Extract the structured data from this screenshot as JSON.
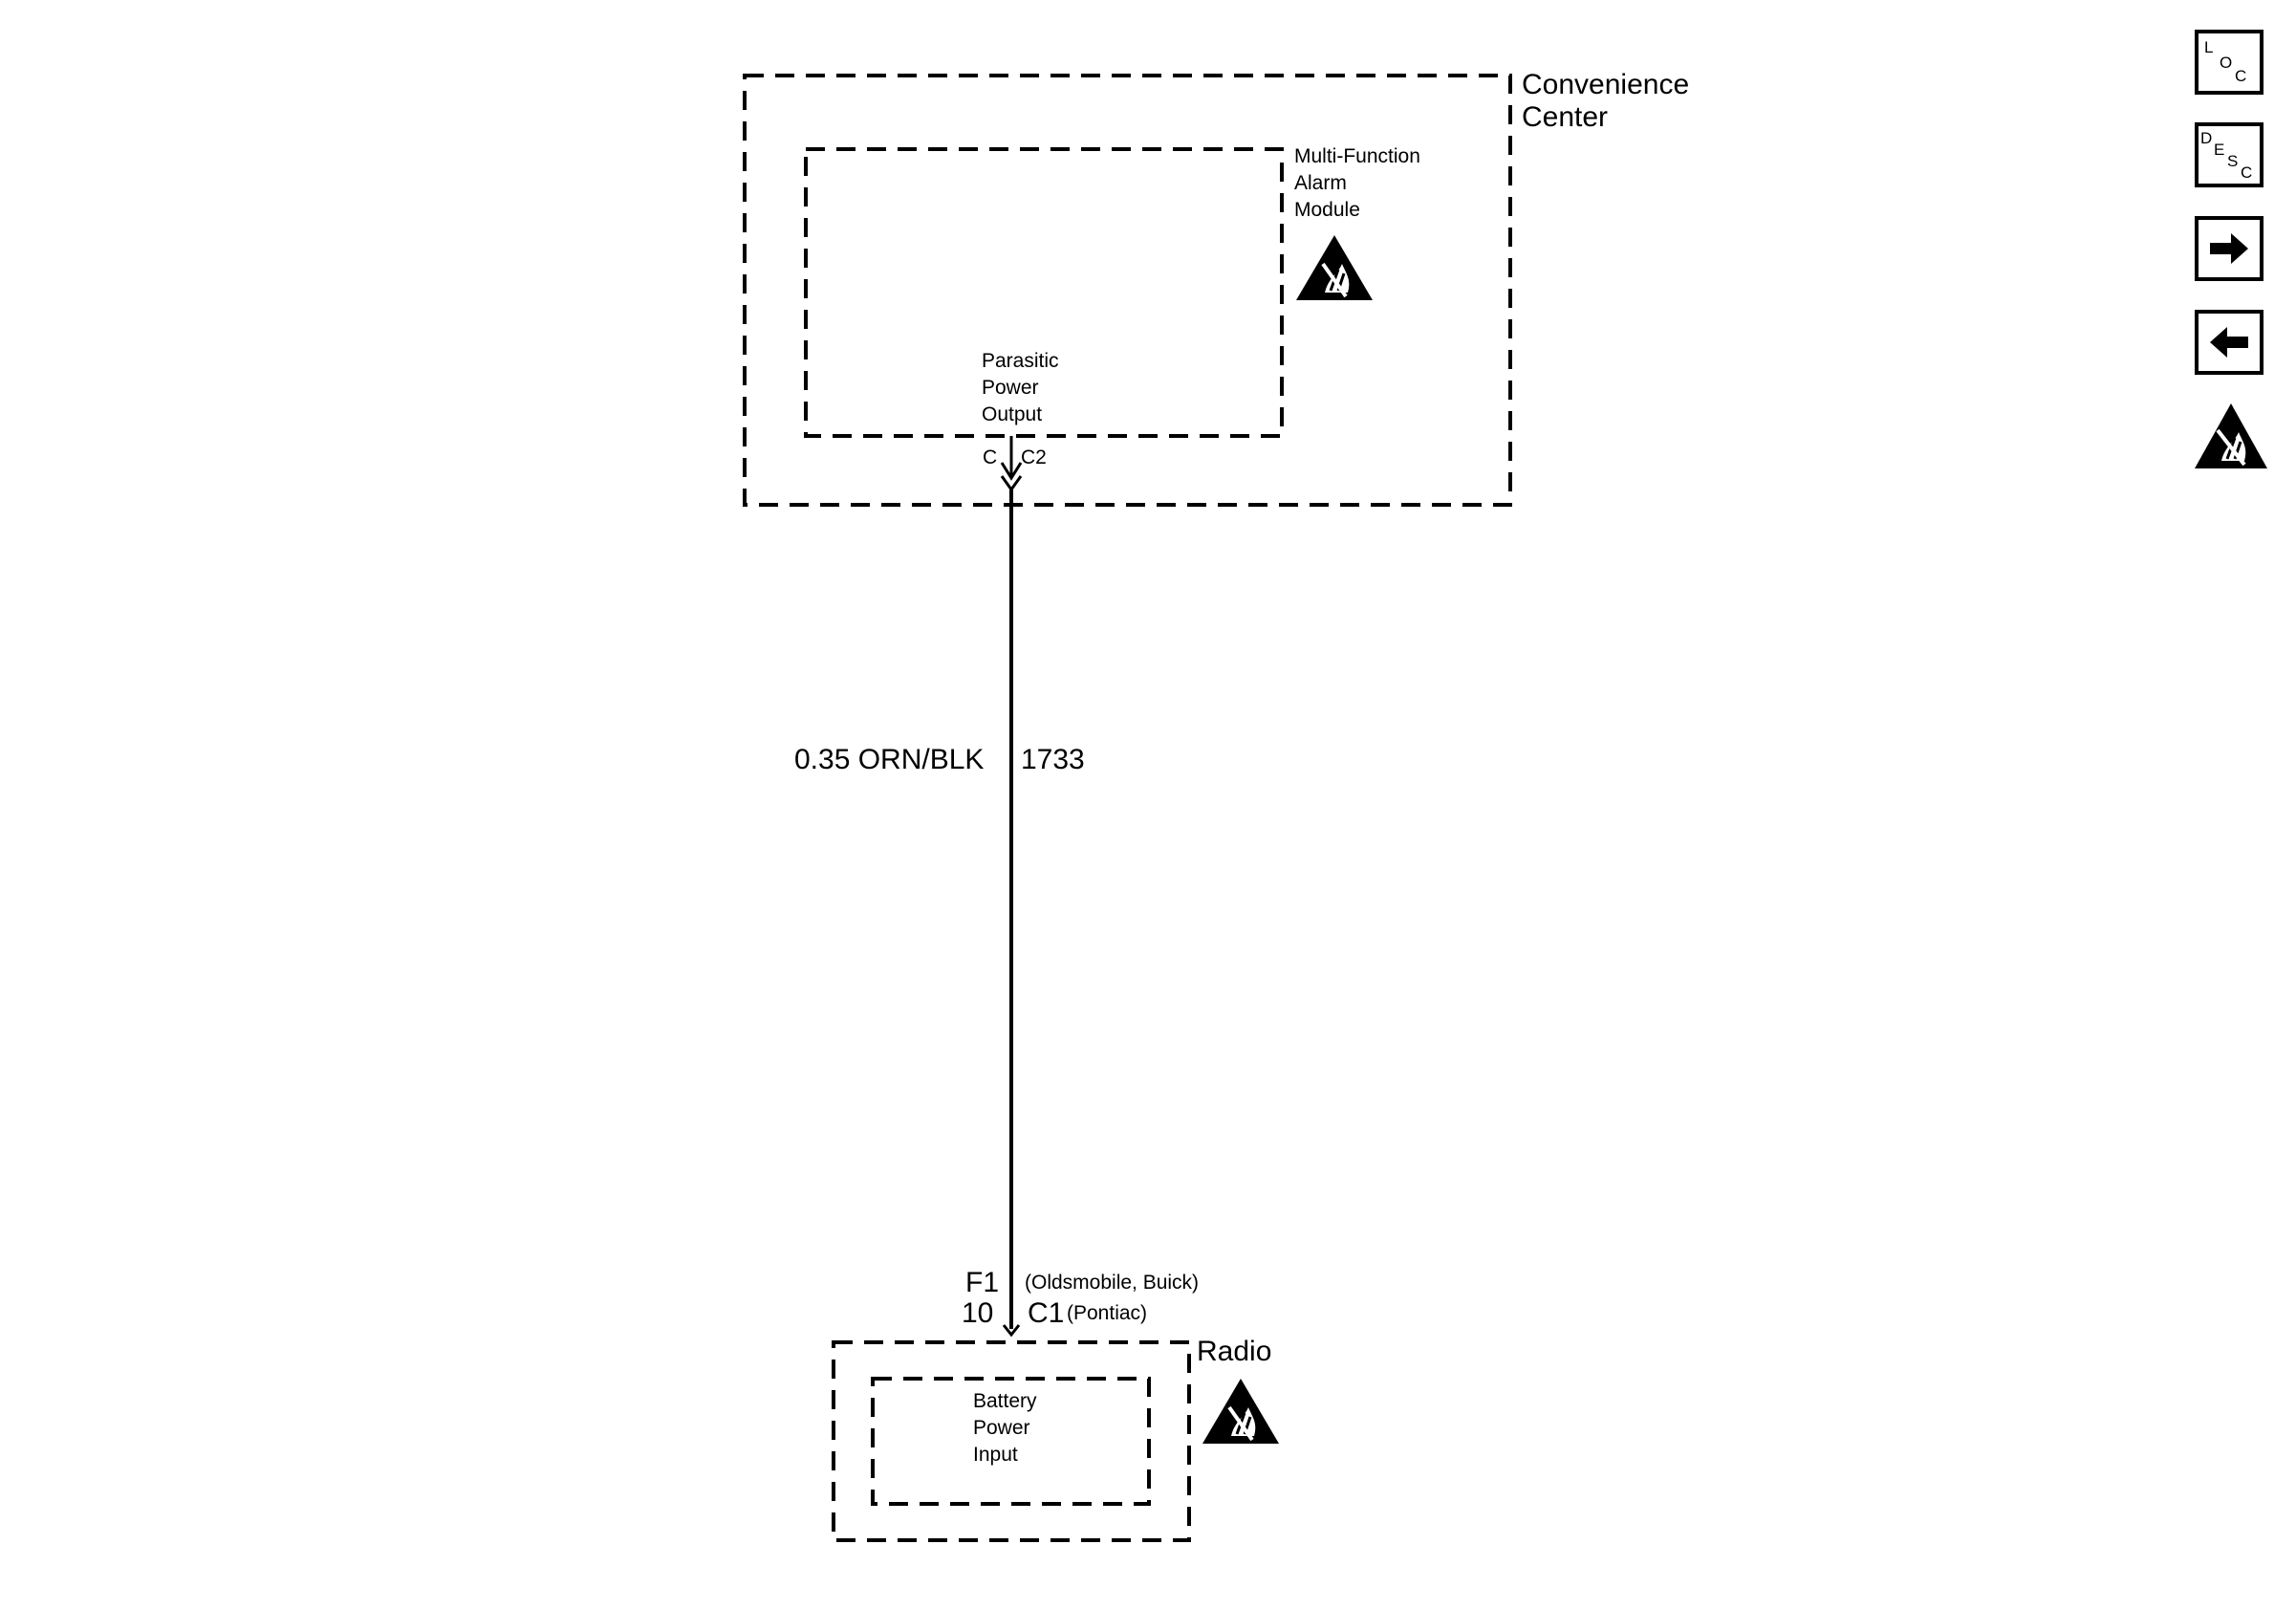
{
  "convenience_center": {
    "label": "Convenience\nCenter"
  },
  "alarm_module": {
    "label": "Multi-Function\nAlarm\nModule",
    "output_label": "Parasitic\nPower\nOutput",
    "pin": "C",
    "connector": "C2"
  },
  "wire": {
    "gauge_color": "0.35 ORN/BLK",
    "circuit": "1733"
  },
  "radio": {
    "label": "Radio",
    "pin_1": "F1",
    "pin_2": "10",
    "connector": "C1",
    "note_1": "(Oldsmobile, Buick)",
    "note_2": "(Pontiac)",
    "input_label": "Battery\nPower\nInput"
  },
  "nav": {
    "loc": {
      "l": "L",
      "o": "O",
      "c": "C"
    },
    "desc": {
      "d": "D",
      "e": "E",
      "s": "S",
      "c": "C"
    }
  },
  "icons": {
    "esd": "esd-sensitive-icon",
    "forward": "arrow-right-icon",
    "back": "arrow-left-icon"
  }
}
